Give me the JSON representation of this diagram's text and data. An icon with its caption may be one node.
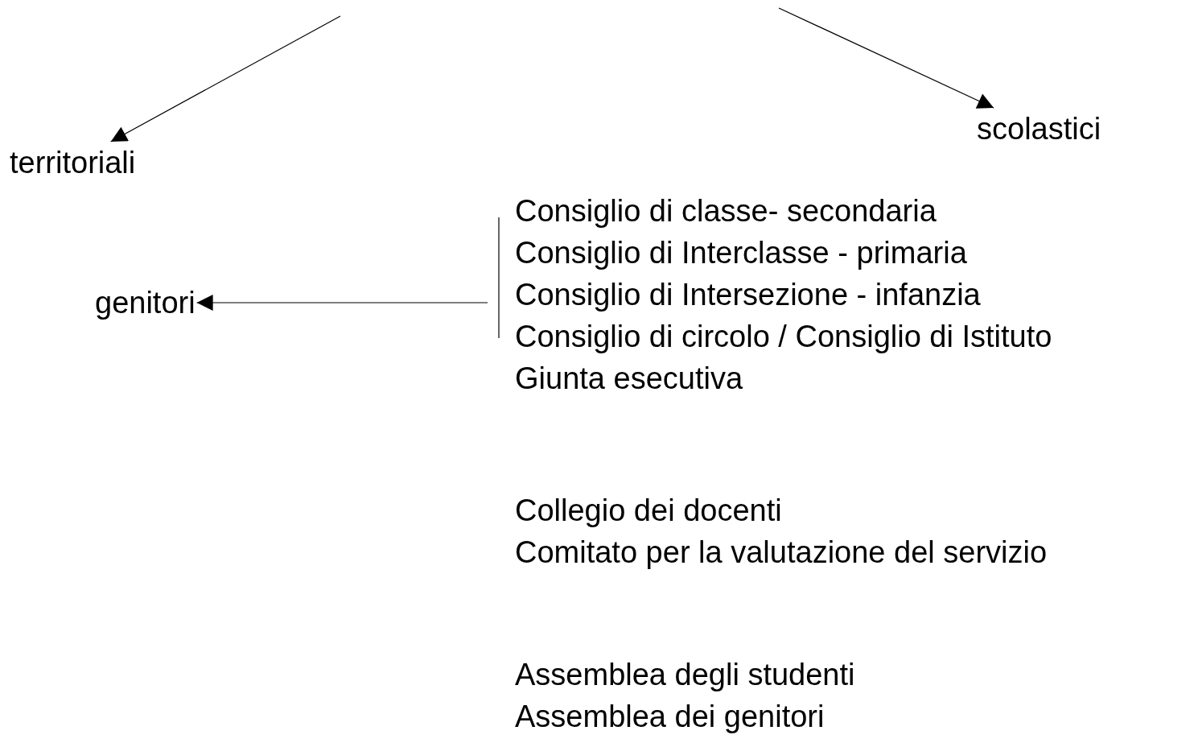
{
  "diagram": {
    "nodes": [
      {
        "text": [
          "territoriali"
        ]
      },
      {
        "text": [
          "scolastici"
        ]
      },
      {
        "text": [
          "genitori"
        ]
      },
      {
        "text": [
          "Consiglio di classe- secondaria",
          "Consiglio di Interclasse - primaria",
          "Consiglio di Intersezione - infanzia",
          "Consiglio di circolo / Consiglio di Istituto",
          "Giunta esecutiva"
        ]
      }
    ],
    "edges": [
      {
        "from": null,
        "to": 0,
        "arrow": "to"
      },
      {
        "from": null,
        "to": 1,
        "arrow": "to"
      },
      {
        "from": 3,
        "to": 2,
        "arrow": "to"
      }
    ],
    "labels": [
      "Collegio dei docenti",
      "Comitato per la valutazione del servizio",
      "Assemblea degli studenti",
      "Assemblea dei genitori"
    ]
  }
}
